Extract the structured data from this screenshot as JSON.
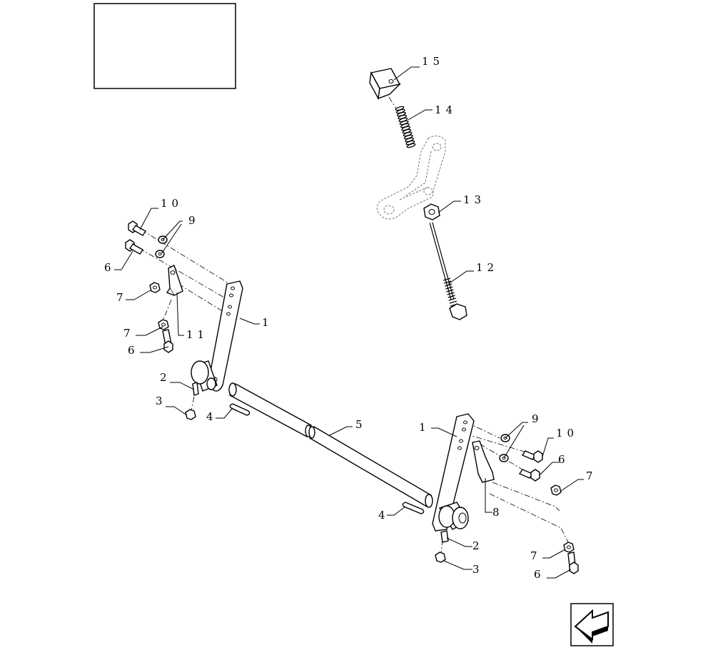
{
  "callouts": {
    "c15": "15",
    "c14": "14",
    "c13": "13",
    "c12": "12",
    "c10_left": "10",
    "c9_left": "9",
    "c6_left_top": "6",
    "c7_left_top": "7",
    "c11": "11",
    "c1_left": "1",
    "c7_left_bottom": "7",
    "c6_left_bottom": "6",
    "c2_left": "2",
    "c3_left": "3",
    "c4_left": "4",
    "c5": "5",
    "c1_right": "1",
    "c9_right": "9",
    "c10_right": "10",
    "c6_right_top": "6",
    "c7_right_top": "7",
    "c8": "8",
    "c4_right": "4",
    "c2_right": "2",
    "c3_right": "3",
    "c7_right_bottom": "7",
    "c6_right_bottom": "6"
  },
  "icons": {
    "nav": "back-arrow-icon"
  }
}
